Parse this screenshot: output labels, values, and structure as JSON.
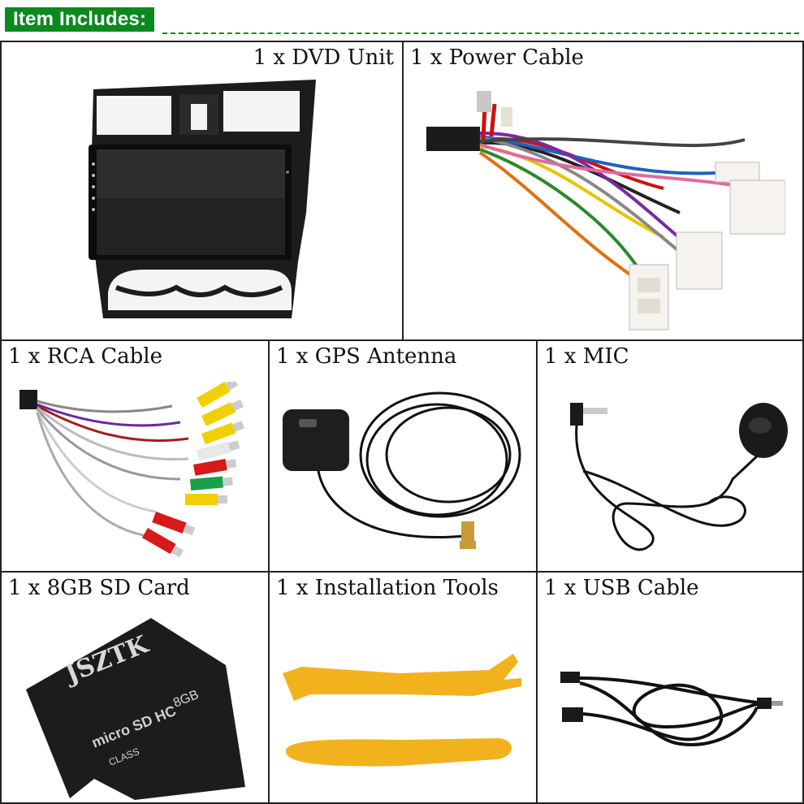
{
  "banner": {
    "title": "Item Includes:"
  },
  "items": [
    {
      "label": "1 x DVD Unit"
    },
    {
      "label": "1 x Power Cable"
    },
    {
      "label": "1 x RCA Cable"
    },
    {
      "label": "1 x GPS Antenna"
    },
    {
      "label": "1 x MIC"
    },
    {
      "label": "1 x 8GB SD Card"
    },
    {
      "label": "1 x Installation Tools"
    },
    {
      "label": "1 x USB Cable"
    }
  ],
  "sd_card": {
    "brand": "JSZTK",
    "capacity": "8GB",
    "type": "micro SD HC",
    "class": "CLASS"
  },
  "colors": {
    "banner_green": "#0a8a1e",
    "tool_orange": "#f2b21e",
    "grid_border": "#222222"
  }
}
